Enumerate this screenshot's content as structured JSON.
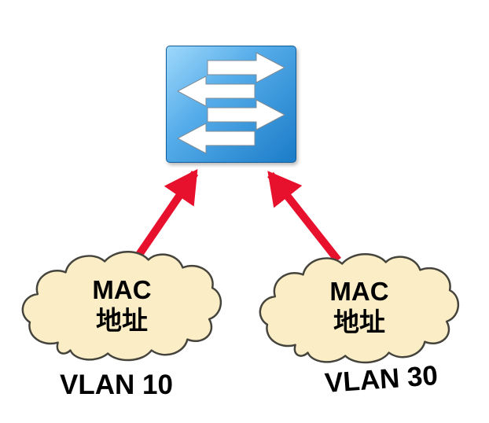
{
  "diagram": {
    "clouds": [
      {
        "text_line1": "MAC",
        "text_line2": "地址",
        "vlan": "VLAN 10"
      },
      {
        "text_line1": "MAC",
        "text_line2": "地址",
        "vlan": "VLAN 30"
      }
    ],
    "colors": {
      "switch_blue_light": "#9ED8FB",
      "switch_blue_dark": "#1B7CC8",
      "red_arrow": "#E8112D",
      "cloud_fill": "#FBEDC6",
      "cloud_outline": "#45443C",
      "text": "#000000"
    }
  }
}
